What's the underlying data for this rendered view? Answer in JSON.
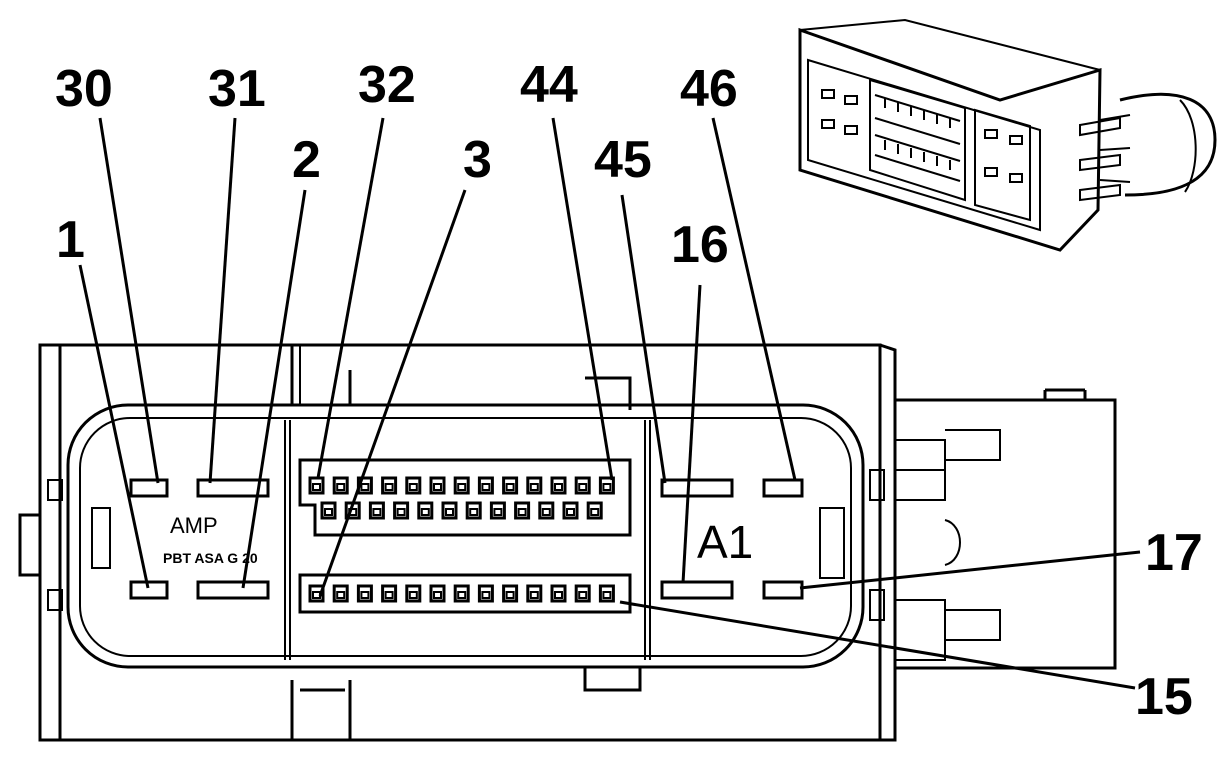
{
  "connector": {
    "housing_marking": "AMP",
    "material_marking": "PBT ASA G 20",
    "position_marking": "A1"
  },
  "pin_labels": [
    "30",
    "31",
    "32",
    "2",
    "3",
    "44",
    "45",
    "46",
    "1",
    "16",
    "17",
    "15"
  ]
}
